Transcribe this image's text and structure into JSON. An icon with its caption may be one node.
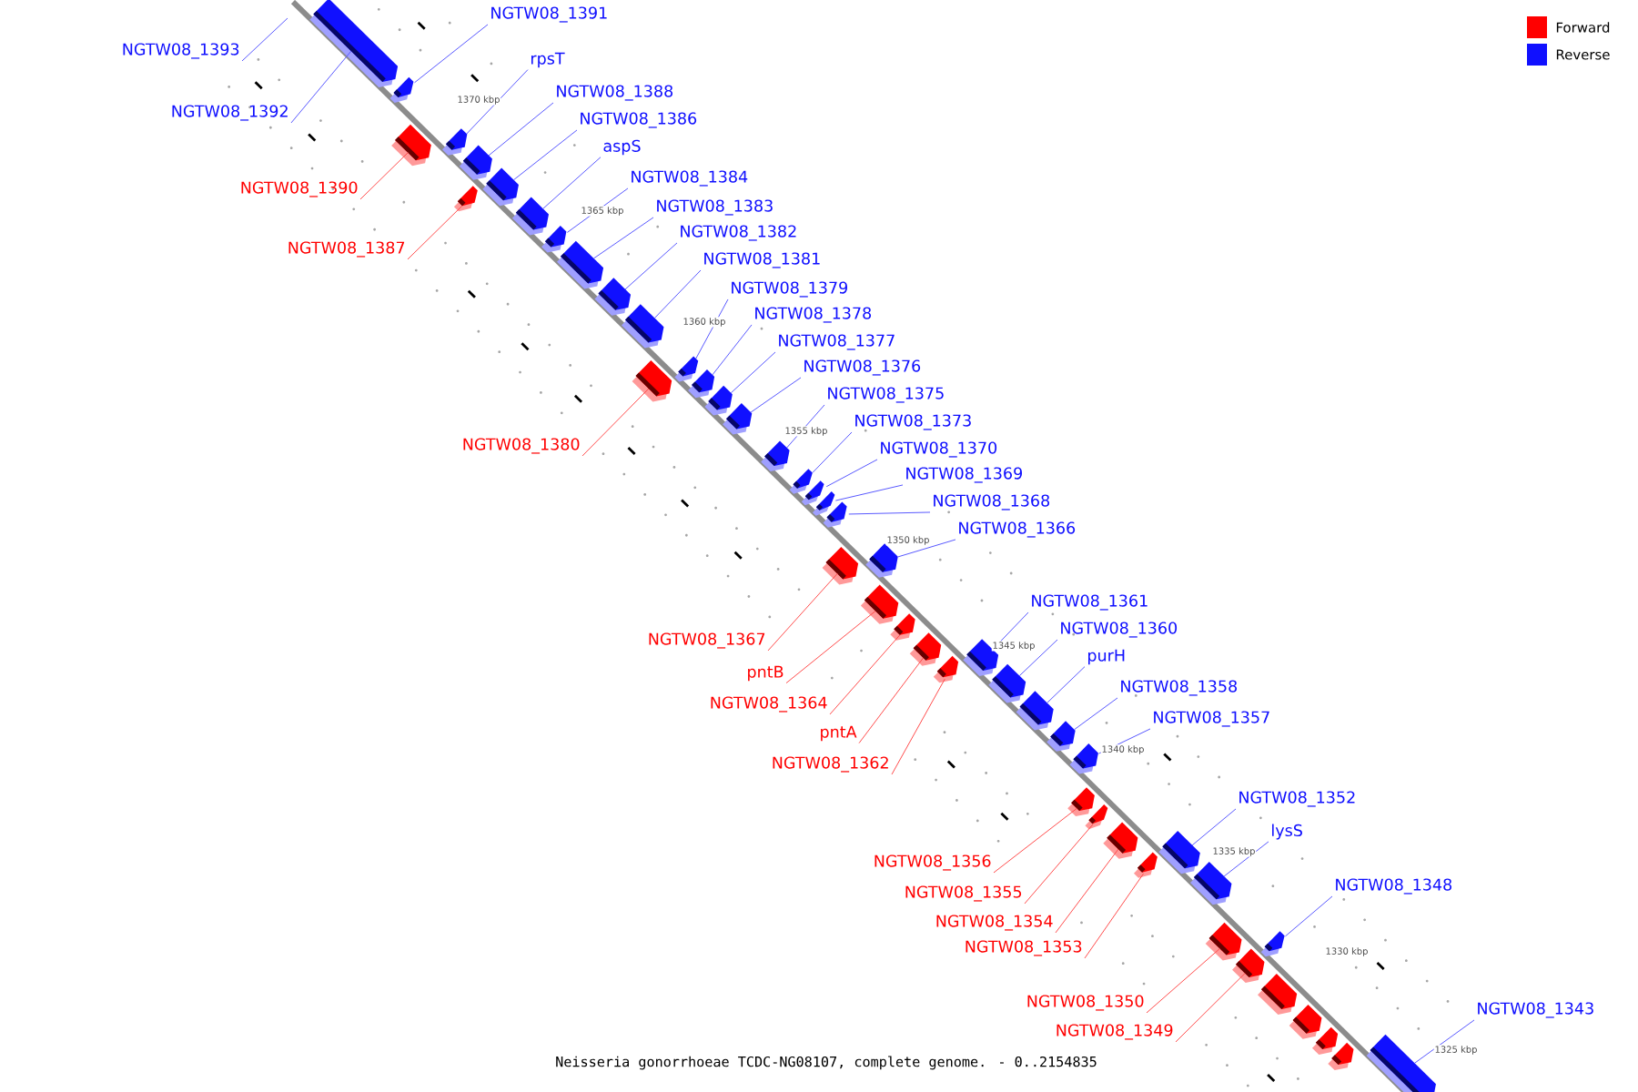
{
  "diagram": {
    "caption": "Neisseria gonorrhoeae TCDC-NG08107, complete genome. - 0..2154835",
    "nodes": [
      {
        "text": [
          "NGTW08_1391"
        ]
      },
      {
        "text": [
          "NGTW08_1393"
        ]
      },
      {
        "text": [
          "rpsT"
        ]
      },
      {
        "text": [
          "NGTW08_1388"
        ]
      },
      {
        "text": [
          "NGTW08_1392"
        ]
      },
      {
        "text": [
          "NGTW08_1386"
        ]
      },
      {
        "text": [
          "aspS"
        ]
      },
      {
        "text": [
          "NGTW08_1384"
        ]
      },
      {
        "text": [
          "NGTW08_1390"
        ]
      },
      {
        "text": [
          "NGTW08_1383"
        ]
      },
      {
        "text": [
          "NGTW08_1382"
        ]
      },
      {
        "text": [
          "NGTW08_1387"
        ]
      },
      {
        "text": [
          "NGTW08_1381"
        ]
      },
      {
        "text": [
          "NGTW08_1379"
        ]
      },
      {
        "text": [
          "NGTW08_1378"
        ]
      },
      {
        "text": [
          "NGTW08_1377"
        ]
      },
      {
        "text": [
          "NGTW08_1376"
        ]
      },
      {
        "text": [
          "NGTW08_1375"
        ]
      },
      {
        "text": [
          "NGTW08_1373"
        ]
      },
      {
        "text": [
          "NGTW08_1380"
        ]
      },
      {
        "text": [
          "NGTW08_1370"
        ]
      },
      {
        "text": [
          "NGTW08_1369"
        ]
      },
      {
        "text": [
          "NGTW08_1368"
        ]
      },
      {
        "text": [
          "NGTW08_1366"
        ]
      },
      {
        "text": [
          "NGTW08_1361"
        ]
      },
      {
        "text": [
          "NGTW08_1360"
        ]
      },
      {
        "text": [
          "NGTW08_1367"
        ]
      },
      {
        "text": [
          "purH"
        ]
      },
      {
        "text": [
          "pntB"
        ]
      },
      {
        "text": [
          "NGTW08_1358"
        ]
      },
      {
        "text": [
          "NGTW08_1364"
        ]
      },
      {
        "text": [
          "NGTW08_1357"
        ]
      },
      {
        "text": [
          "pntA"
        ]
      },
      {
        "text": [
          "NGTW08_1362"
        ]
      },
      {
        "text": [
          "NGTW08_1352"
        ]
      },
      {
        "text": [
          "lysS"
        ]
      },
      {
        "text": [
          "NGTW08_1356"
        ]
      },
      {
        "text": [
          "NGTW08_1348"
        ]
      },
      {
        "text": [
          "NGTW08_1355"
        ]
      },
      {
        "text": [
          "NGTW08_1354"
        ]
      },
      {
        "text": [
          "NGTW08_1353"
        ]
      },
      {
        "text": [
          "NGTW08_1350"
        ]
      },
      {
        "text": [
          "NGTW08_1343"
        ]
      },
      {
        "text": [
          "NGTW08_1349"
        ]
      },
      {
        "text": [],
        "shape": "box"
      },
      {
        "text": [],
        "shape": "box"
      },
      {
        "text": [],
        "shape": "box"
      },
      {
        "text": [],
        "shape": "box"
      },
      {
        "text": [],
        "shape": "box"
      },
      {
        "text": [],
        "shape": "box"
      },
      {
        "text": [],
        "shape": "box"
      },
      {
        "text": [],
        "shape": "box"
      },
      {
        "text": [],
        "shape": "box"
      },
      {
        "text": [],
        "shape": "box"
      },
      {
        "text": [],
        "shape": "box"
      },
      {
        "text": [],
        "shape": "box"
      },
      {
        "text": [],
        "shape": "box"
      },
      {
        "text": [],
        "shape": "box"
      },
      {
        "text": [],
        "shape": "box"
      },
      {
        "text": [],
        "shape": "box"
      },
      {
        "text": [],
        "shape": "box"
      },
      {
        "text": [],
        "shape": "box"
      },
      {
        "text": [],
        "shape": "box"
      },
      {
        "text": [],
        "shape": "box"
      },
      {
        "text": [],
        "shape": "box"
      },
      {
        "text": [],
        "shape": "box"
      },
      {
        "text": [],
        "shape": "box"
      },
      {
        "text": [],
        "shape": "box"
      },
      {
        "text": [],
        "shape": "box"
      },
      {
        "text": [],
        "shape": "box"
      },
      {
        "text": [],
        "shape": "box"
      },
      {
        "text": [],
        "shape": "box"
      },
      {
        "text": [],
        "shape": "box"
      },
      {
        "text": [],
        "shape": "box"
      },
      {
        "text": [],
        "shape": "box"
      },
      {
        "text": [],
        "shape": "box"
      },
      {
        "text": [],
        "shape": "box"
      },
      {
        "text": [],
        "shape": "box"
      },
      {
        "text": [],
        "shape": "box"
      },
      {
        "text": [],
        "shape": "box"
      },
      {
        "text": [],
        "shape": "box"
      },
      {
        "text": [],
        "shape": "box"
      },
      {
        "text": [],
        "shape": "box"
      },
      {
        "text": [],
        "shape": "box"
      },
      {
        "text": [],
        "shape": "box"
      },
      {
        "text": [],
        "shape": "box"
      },
      {
        "text": [],
        "shape": "box"
      },
      {
        "text": [],
        "shape": "box"
      },
      {
        "text": [],
        "shape": "box"
      },
      {
        "text": [],
        "shape": "box"
      },
      {
        "text": [],
        "shape": "box"
      }
    ],
    "edges": [
      {
        "from": 0,
        "to": 45,
        "arrow": "none"
      },
      {
        "from": 1,
        "to": null,
        "arrow": "none"
      },
      {
        "from": 2,
        "to": 46,
        "arrow": "none"
      },
      {
        "from": 3,
        "to": 47,
        "arrow": "none"
      },
      {
        "from": 4,
        "to": 44,
        "arrow": "none"
      },
      {
        "from": 5,
        "to": 48,
        "arrow": "none"
      },
      {
        "from": 6,
        "to": 49,
        "arrow": "none"
      },
      {
        "from": 7,
        "to": 50,
        "arrow": "none"
      },
      {
        "from": 8,
        "to": 73,
        "arrow": "none",
        "color": "#ff4c4c"
      },
      {
        "from": 9,
        "to": 51,
        "arrow": "none"
      },
      {
        "from": 10,
        "to": 52,
        "arrow": "none"
      },
      {
        "from": 11,
        "to": 74,
        "arrow": "none",
        "color": "#ff4c4c"
      },
      {
        "from": 12,
        "to": 53,
        "arrow": "none"
      },
      {
        "from": 13,
        "to": 54,
        "arrow": "none"
      },
      {
        "from": 14,
        "to": 55,
        "arrow": "none"
      },
      {
        "from": 15,
        "to": 56,
        "arrow": "none"
      },
      {
        "from": 16,
        "to": 57,
        "arrow": "none"
      },
      {
        "from": 17,
        "to": 58,
        "arrow": "none"
      },
      {
        "from": 18,
        "to": 59,
        "arrow": "none"
      },
      {
        "from": 19,
        "to": 75,
        "arrow": "none",
        "color": "#ff4c4c"
      },
      {
        "from": 20,
        "to": 60,
        "arrow": "none"
      },
      {
        "from": 21,
        "to": 61,
        "arrow": "none"
      },
      {
        "from": 22,
        "to": 62,
        "arrow": "none"
      },
      {
        "from": 23,
        "to": 63,
        "arrow": "none"
      },
      {
        "from": 24,
        "to": 64,
        "arrow": "none"
      },
      {
        "from": 25,
        "to": 65,
        "arrow": "none"
      },
      {
        "from": 26,
        "to": 76,
        "arrow": "none",
        "color": "#ff4c4c"
      },
      {
        "from": 27,
        "to": 66,
        "arrow": "none"
      },
      {
        "from": 28,
        "to": 77,
        "arrow": "none",
        "color": "#ff4c4c"
      },
      {
        "from": 29,
        "to": 67,
        "arrow": "none"
      },
      {
        "from": 30,
        "to": 78,
        "arrow": "none",
        "color": "#ff4c4c"
      },
      {
        "from": 31,
        "to": 68,
        "arrow": "none"
      },
      {
        "from": 32,
        "to": 79,
        "arrow": "none",
        "color": "#ff4c4c"
      },
      {
        "from": 33,
        "to": 80,
        "arrow": "none",
        "color": "#ff4c4c"
      },
      {
        "from": 34,
        "to": 69,
        "arrow": "none"
      },
      {
        "from": 35,
        "to": 70,
        "arrow": "none"
      },
      {
        "from": 36,
        "to": 81,
        "arrow": "none",
        "color": "#ff4c4c"
      },
      {
        "from": 37,
        "to": 71,
        "arrow": "none"
      },
      {
        "from": 38,
        "to": 82,
        "arrow": "none",
        "color": "#ff4c4c"
      },
      {
        "from": 39,
        "to": 83,
        "arrow": "none",
        "color": "#ff4c4c"
      },
      {
        "from": 40,
        "to": 84,
        "arrow": "none",
        "color": "#ff4c4c"
      },
      {
        "from": 41,
        "to": 85,
        "arrow": "none",
        "color": "#ff4c4c"
      },
      {
        "from": 42,
        "to": 72,
        "arrow": "none"
      },
      {
        "from": 43,
        "to": 86,
        "arrow": "none",
        "color": "#ff4c4c"
      }
    ],
    "labels": [
      "1370 kbp",
      "1365 kbp",
      "1360 kbp",
      "1355 kbp",
      "1350 kbp",
      "1345 kbp",
      "1340 kbp",
      "1335 kbp",
      "1330 kbp",
      "1325 kbp"
    ],
    "legend": [
      {
        "text": "Forward",
        "color": "#ff0000"
      },
      {
        "text": "Reverse",
        "color": "#1010ff"
      }
    ]
  }
}
